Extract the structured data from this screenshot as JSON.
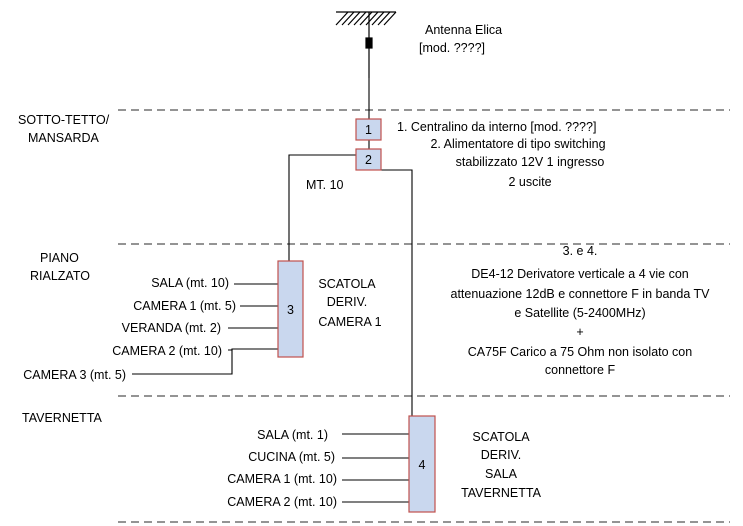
{
  "antenna": {
    "line1": "Antenna Elica",
    "line2": "[mod. ????]"
  },
  "floors": {
    "attic": [
      "SOTTO-TETTO/",
      "MANSARDA"
    ],
    "raised": [
      "PIANO",
      "RIALZATO"
    ],
    "tavern": "TAVERNETTA"
  },
  "devices": {
    "box1": {
      "number": "1"
    },
    "box2": {
      "number": "2"
    },
    "box3": {
      "number": "3"
    },
    "box4": {
      "number": "4"
    }
  },
  "descriptions": {
    "item1": "1. Centralino da interno [mod. ????]",
    "item2": [
      "2. Alimentatore di tipo switching",
      "stabilizzato 12V 1 ingresso",
      "2 uscite"
    ],
    "item34": [
      "3. e 4.",
      "DE4-12 Derivatore verticale a 4 vie con",
      "attenuazione 12dB e connettore F in banda TV",
      "e Satellite (5-2400MHz)",
      "+",
      "CA75F Carico a 75 Ohm non isolato con",
      "connettore F"
    ]
  },
  "cable_label": "MT. 10",
  "scatola_camera1": [
    "SCATOLA",
    "DERIV.",
    "CAMERA 1"
  ],
  "scatola_tavernetta": [
    "SCATOLA",
    "DERIV.",
    "SALA",
    "TAVERNETTA"
  ],
  "outlets_box3": [
    "SALA (mt. 10)",
    "CAMERA 1 (mt. 5)",
    "VERANDA (mt. 2)",
    "CAMERA 2 (mt. 10)",
    "CAMERA 3 (mt. 5)"
  ],
  "outlets_box4": [
    "SALA (mt. 1)",
    "CUCINA (mt. 5)",
    "CAMERA 1 (mt. 10)",
    "CAMERA 2 (mt. 10)"
  ],
  "colors": {
    "box_fill": "#c9d7ee",
    "box_stroke": "#c0504d",
    "line": "#000000",
    "dash": "#555555"
  }
}
